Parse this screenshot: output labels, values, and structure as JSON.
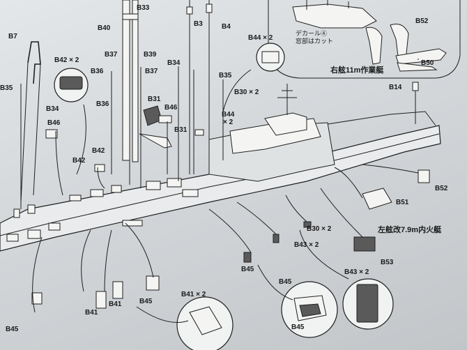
{
  "part_labels": [
    "B7",
    "B33",
    "B40",
    "B3",
    "B4",
    "B44 × 2",
    "B52",
    "B50",
    "B35",
    "B42 × 2",
    "B36",
    "B37",
    "B39",
    "B34",
    "B35",
    "B14",
    "B37",
    "B36",
    "B30 × 2",
    "B34",
    "B31",
    "B46",
    "B44",
    "× 2",
    "B46",
    "B31",
    "B42",
    "B42",
    "B52",
    "B51",
    "B30 × 2",
    "B43 × 2",
    "B45",
    "B53",
    "B43 × 2",
    "B45",
    "B45",
    "B41 × 2",
    "B41",
    "B41",
    "B45",
    "B45"
  ],
  "boat_captions": {
    "starboard_boat": "右舷11m作業艇",
    "port_boat": "左舷改7.9m内火艇"
  },
  "decal_note": {
    "line1": "デカール④",
    "line2": "窓部はカット"
  }
}
